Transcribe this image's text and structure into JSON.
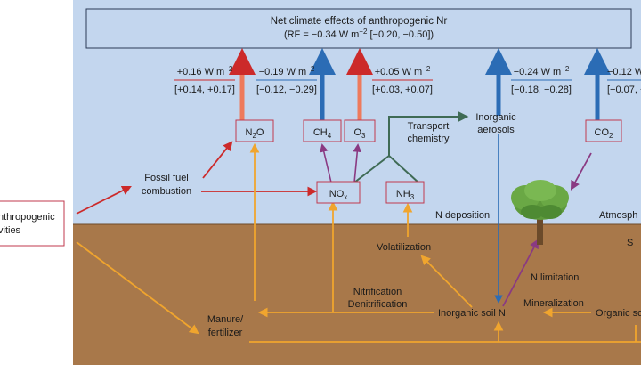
{
  "colors": {
    "sky": "#c3d6ee",
    "soil": "#a8784a",
    "red": "#cc2a2a",
    "orange": "#f0a52e",
    "salmon": "#ee7a5c",
    "blue": "#2b6cb5",
    "purple": "#8a3a82",
    "green": "#3f6b55",
    "box_border": "#c0394e"
  },
  "header": {
    "title": "Net climate effects of anthropogenic Nr",
    "subtitle_prefix": "(RF = −0.34 W m",
    "subtitle_exp": "−2",
    "subtitle_suffix": " [−0.20, −0.50])"
  },
  "forcings": [
    {
      "main_prefix": "+0.16 W m",
      "exp": "−2",
      "range": "[+0.14, +0.17]"
    },
    {
      "main_prefix": "−0.19 W m",
      "exp": "−2",
      "range": "[−0.12, −0.29]"
    },
    {
      "main_prefix": "+0.05 W m",
      "exp": "−2",
      "range": "[+0.03, +0.07]"
    },
    {
      "main_prefix": "−0.24 W m",
      "exp": "−2",
      "range": "[−0.18, −0.28]"
    },
    {
      "main_prefix": "−0.12 W m",
      "exp": "−2",
      "range": "[−0.07, −"
    }
  ],
  "species": {
    "n2o": {
      "main": "N",
      "sub": "2",
      "rest": "O"
    },
    "ch4": {
      "main": "CH",
      "sub": "4",
      "rest": ""
    },
    "o3": {
      "main": "O",
      "sub": "3",
      "rest": ""
    },
    "nox": {
      "main": "NO",
      "sub": "x",
      "rest": ""
    },
    "nh3": {
      "main": "NH",
      "sub": "3",
      "rest": ""
    },
    "co2": {
      "main": "CO",
      "sub": "2",
      "rest": ""
    }
  },
  "labels": {
    "anthro_line1": "nthropogenic",
    "anthro_line2": "vities",
    "fossil_line1": "Fossil fuel",
    "fossil_line2": "combustion",
    "transport_line1": "Transport",
    "transport_line2": "chemistry",
    "inorganic_aerosols_line1": "Inorganic",
    "inorganic_aerosols_line2": "aerosols",
    "n_deposition": "N deposition",
    "atmosphere": "Atmosph",
    "soil_edge": "S",
    "volatilization": "Volatilization",
    "n_limitation": "N limitation",
    "nitrification": "Nitrification",
    "denitrification": "Denitrification",
    "mineralization": "Mineralization",
    "inorganic_soil_n": "Inorganic soil N",
    "organic_soil": "Organic so",
    "manure_line1": "Manure/",
    "manure_line2": "fertilizer"
  }
}
